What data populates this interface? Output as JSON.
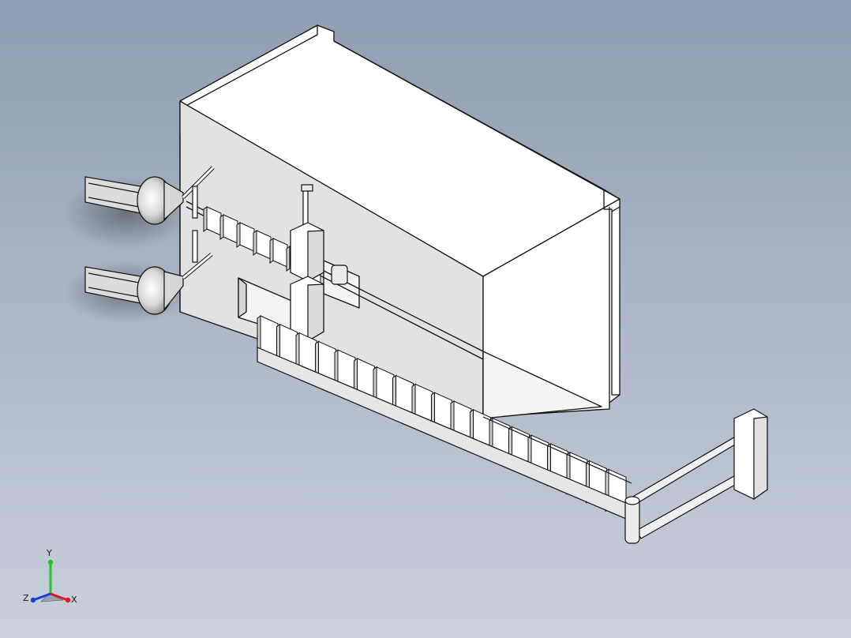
{
  "triad": {
    "x_label": "X",
    "y_label": "Y",
    "z_label": "Z",
    "x_color": "#e0191e",
    "y_color": "#1ec81e",
    "z_color": "#1a3fd6"
  },
  "colors": {
    "background_top": "#8f9db2",
    "background_bottom": "#c9d0dc",
    "part_face_light": "#ffffff",
    "part_face_mid": "#e4e4e4",
    "part_face_dark": "#bdbdbd",
    "edge": "#111111"
  }
}
